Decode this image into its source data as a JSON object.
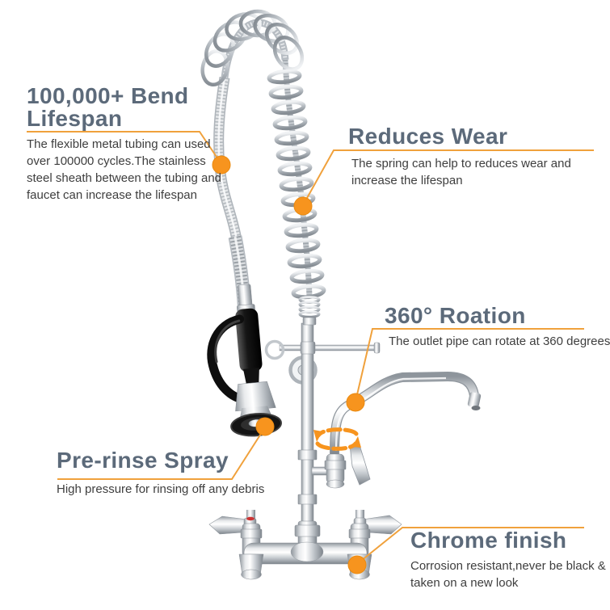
{
  "colors": {
    "background": "#ffffff",
    "accent_orange": "#f7941e",
    "leader_line_orange": "#f0a13c",
    "headline_slate": "#5c6a7a",
    "body_text": "#3e3e3e"
  },
  "callouts": [
    {
      "id": "bend-lifespan",
      "title_lines": [
        "100,000+ Bend",
        "Lifespan"
      ],
      "desc_lines": [
        "The flexible metal tubing can used",
        "over 100000 cycles.The stainless",
        "steel sheath between the tubing and",
        "faucet can increase the lifespan"
      ]
    },
    {
      "id": "reduces-wear",
      "title": "Reduces Wear",
      "desc_lines": [
        "The spring can help to reduces wear and",
        "increase the lifespan"
      ]
    },
    {
      "id": "rotation",
      "title": "360° Roation",
      "desc_lines": [
        "The outlet pipe can rotate at 360 degrees"
      ]
    },
    {
      "id": "pre-rinse-spray",
      "title": "Pre-rinse Spray",
      "desc_lines": [
        "High pressure for rinsing off any debris"
      ]
    },
    {
      "id": "chrome-finish",
      "title": "Chrome finish",
      "desc_lines": [
        "Corrosion resistant,never be black &",
        "taken on a new look"
      ]
    }
  ]
}
